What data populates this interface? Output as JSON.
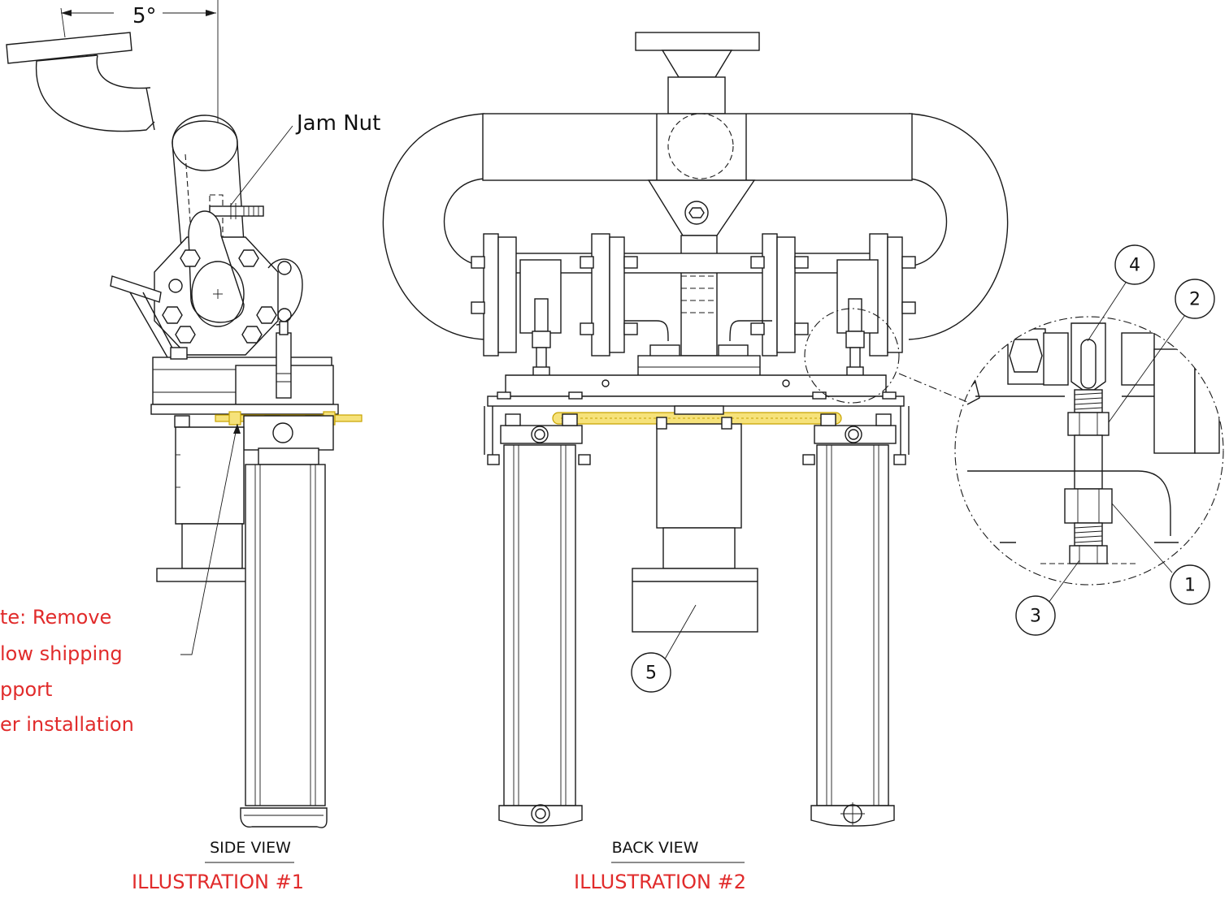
{
  "angle_label": "5°",
  "jam_nut_label": "Jam Nut",
  "note_lines": [
    "te:  Remove",
    "low shipping",
    "pport",
    "er installation"
  ],
  "callouts": [
    "1",
    "2",
    "3",
    "4",
    "5"
  ],
  "side_view_caption": "SIDE VIEW",
  "side_view_illustration": "ILLUSTRATION #1",
  "back_view_caption": "BACK VIEW",
  "back_view_illustration": "ILLUSTRATION #2",
  "colors": {
    "line": "#1a1a1a",
    "note_red": "#e12b2b",
    "highlight_yellow": "#f6e27a"
  }
}
